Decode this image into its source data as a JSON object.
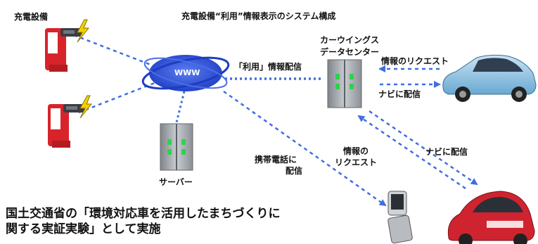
{
  "title": "充電設備“利用”情報表示のシステム構成",
  "nodes": {
    "charging_equipment_label": "充電設備",
    "www_label": "WWW",
    "server_label": "サーバー",
    "data_center_label_line1": "カーウイングス",
    "data_center_label_line2": "データセンター"
  },
  "edges": {
    "usage_info_delivery": "「利用」情報配信",
    "info_request_ev1": "情報のリクエスト",
    "deliver_to_nav_ev1": "ナビに配信",
    "mobile_delivery_line1": "携帯電話に",
    "mobile_delivery_line2": "配信",
    "info_request_ev2_line1": "情報の",
    "info_request_ev2_line2": "リクエスト",
    "deliver_to_nav_ev2": "ナビに配信"
  },
  "footer": {
    "line1": "国土交通省の「環境対応車を活用したまちづくりに",
    "line2": "関する実証実験」として実施"
  },
  "colors": {
    "dashed_line": "#3f6fe0",
    "www_ellipse": "#2a4fd8",
    "charger_red": "#d8232a",
    "lightning": "#f5d000",
    "server_gray": "#a9adb2",
    "server_led": "#2fd24a",
    "ev_leaf_blue": "#8fc4e6",
    "ev_imiev_red": "#cf2430"
  }
}
